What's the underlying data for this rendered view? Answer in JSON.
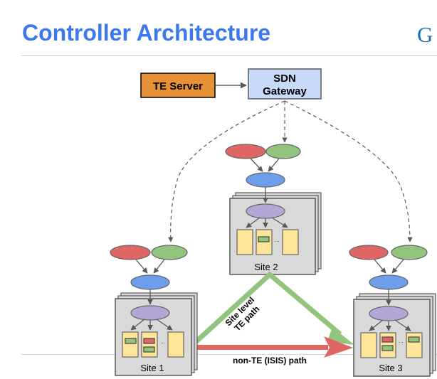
{
  "slide": {
    "title": "Controller Architecture",
    "logo_letter": "G"
  },
  "diagram": {
    "te_server": {
      "label": "TE Server",
      "color": "#e69138"
    },
    "sdn_gateway": {
      "label_line1": "SDN",
      "label_line2": "Gateway",
      "color": "#c9daf8"
    },
    "sites": [
      {
        "label": "Site 1"
      },
      {
        "label": "Site 2"
      },
      {
        "label": "Site 3"
      }
    ],
    "paths": {
      "site_level_te_line1": "Site level",
      "site_level_te_line2": "TE path",
      "non_te": "non-TE (ISIS) path"
    },
    "ellipsis": "...",
    "colors": {
      "red_node": "#e06666",
      "green_node": "#93c47d",
      "blue_node": "#6d9eeb",
      "purple_node": "#b4a7d6",
      "switch_box": "#ffe599",
      "site_box": "#d9d9d9",
      "te_path": "#93c47d",
      "non_te_path": "#e06666"
    }
  }
}
